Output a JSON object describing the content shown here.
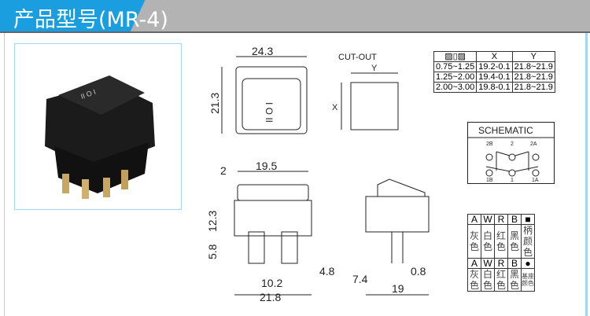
{
  "header": {
    "title": "产品型号(MR-4)"
  },
  "dimensions": {
    "width_top": "24.3",
    "height_top": "21.3",
    "cut_out": "CUT-OUT",
    "cut_x": "X",
    "cut_y": "Y",
    "body_w": "19.5",
    "flange": "2",
    "h1": "12.3",
    "h2": "5.8",
    "pitch": "10.2",
    "pin": "4.8",
    "total_w": "21.8",
    "side_a": "7.4",
    "side_b": "0.8",
    "side_w": "19"
  },
  "tolerance_table": {
    "headers": [
      "X",
      "Y"
    ],
    "rows": [
      [
        "0.75~1.25",
        "19.2-0.1",
        "21.8~21.9"
      ],
      [
        "1.25~2.00",
        "19.4-0.1",
        "21.8~21.9"
      ],
      [
        "2.00~3.00",
        "19.8-0.1",
        "21.8~21.9"
      ]
    ]
  },
  "schematic": {
    "title": "SCHEMATIC",
    "top": [
      "2B",
      "2",
      "2A"
    ],
    "bottom": [
      "1B",
      "1",
      "1A"
    ]
  },
  "color_table": {
    "codes": [
      "A",
      "W",
      "R",
      "B"
    ],
    "names": [
      "灰色",
      "白色",
      "红色",
      "黑色"
    ],
    "row1_label": "柄颜色",
    "row2_label": "基座颜色",
    "row1_symbol": "■",
    "row2_symbol": "●"
  }
}
